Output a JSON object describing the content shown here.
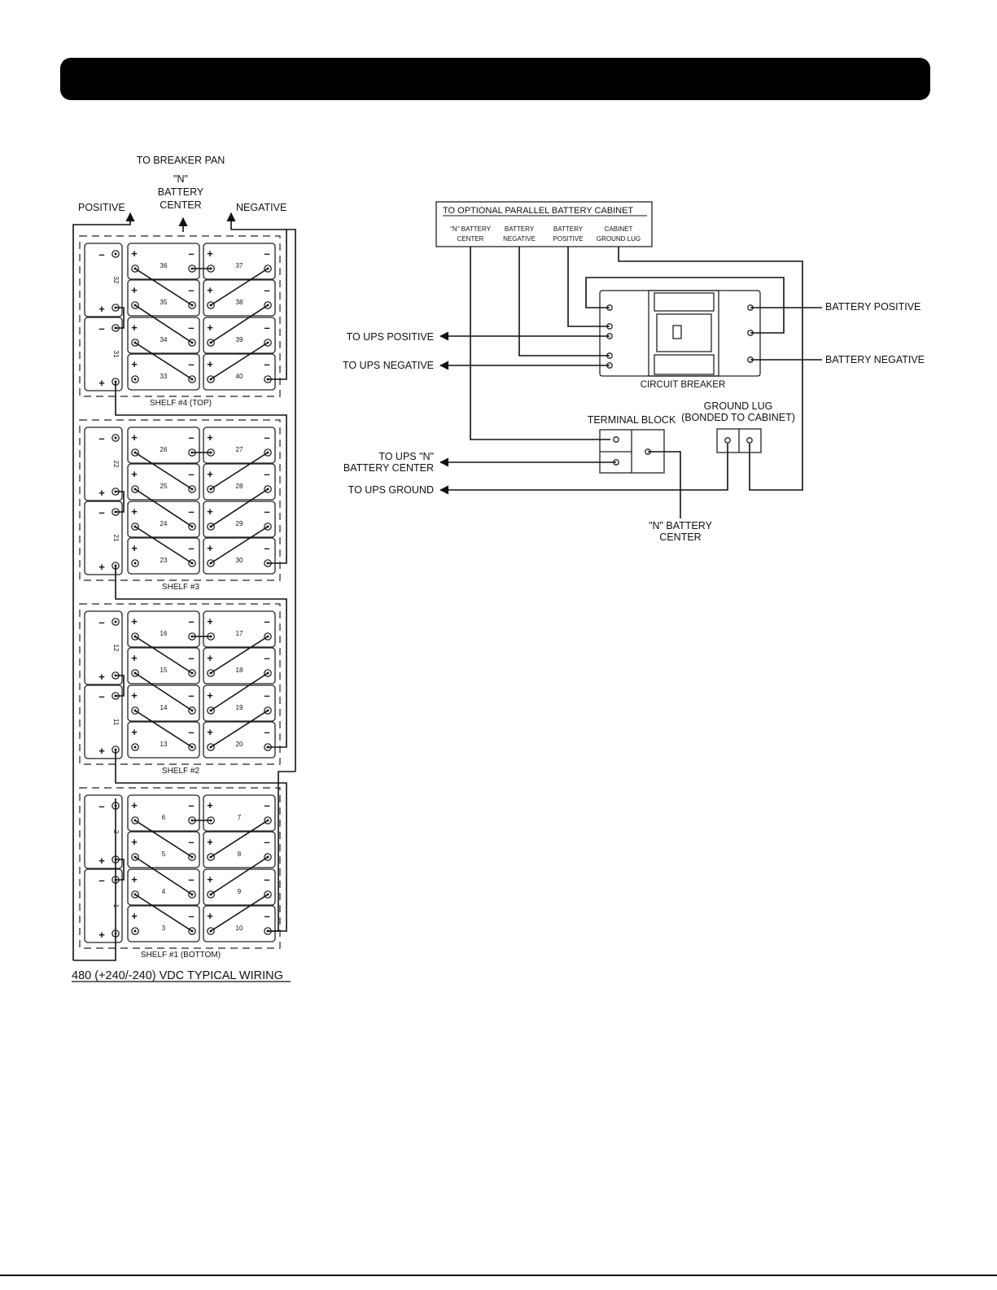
{
  "battery_diagram": {
    "to_breaker_pan": "TO BREAKER PAN",
    "n_quote": "\"N\"",
    "battery": "BATTERY",
    "center": "CENTER",
    "positive": "POSITIVE",
    "negative": "NEGATIVE",
    "plus": "+",
    "minus": "–",
    "caption": "480 (+240/-240) VDC TYPICAL WIRING",
    "shelves": [
      {
        "label": "SHELF #4 (TOP)",
        "left": [
          "32",
          "31"
        ],
        "grid": [
          [
            "36",
            "37"
          ],
          [
            "35",
            "38"
          ],
          [
            "34",
            "39"
          ],
          [
            "33",
            "40"
          ]
        ]
      },
      {
        "label": "SHELF #3",
        "left": [
          "22",
          "21"
        ],
        "grid": [
          [
            "26",
            "27"
          ],
          [
            "25",
            "28"
          ],
          [
            "24",
            "29"
          ],
          [
            "23",
            "30"
          ]
        ]
      },
      {
        "label": "SHELF #2",
        "left": [
          "12",
          "11"
        ],
        "grid": [
          [
            "16",
            "17"
          ],
          [
            "15",
            "18"
          ],
          [
            "14",
            "19"
          ],
          [
            "13",
            "20"
          ]
        ]
      },
      {
        "label": "SHELF #1 (BOTTOM)",
        "left": [
          "2",
          "1"
        ],
        "grid": [
          [
            "6",
            "7"
          ],
          [
            "5",
            "8"
          ],
          [
            "4",
            "9"
          ],
          [
            "3",
            "10"
          ]
        ]
      }
    ]
  },
  "breaker_diagram": {
    "parallel_title": "TO OPTIONAL PARALLEL BATTERY CABINET",
    "col_n_1": "\"N\" BATTERY",
    "col_n_2": "CENTER",
    "col_neg_1": "BATTERY",
    "col_neg_2": "NEGATIVE",
    "col_pos_1": "BATTERY",
    "col_pos_2": "POSITIVE",
    "col_gnd_1": "CABINET",
    "col_gnd_2": "GROUND LUG",
    "to_ups_positive": "TO UPS POSITIVE",
    "to_ups_negative": "TO UPS NEGATIVE",
    "battery_positive": "BATTERY POSITIVE",
    "battery_negative": "BATTERY NEGATIVE",
    "circuit_breaker": "CIRCUIT BREAKER",
    "terminal_block": "TERMINAL BLOCK",
    "ground_lug_1": "GROUND LUG",
    "ground_lug_2": "(BONDED TO CABINET)",
    "to_ups_n_1": "TO UPS \"N\"",
    "to_ups_n_2": "BATTERY CENTER",
    "to_ups_ground": "TO UPS GROUND",
    "n_center_1": "\"N\" BATTERY",
    "n_center_2": "CENTER"
  }
}
